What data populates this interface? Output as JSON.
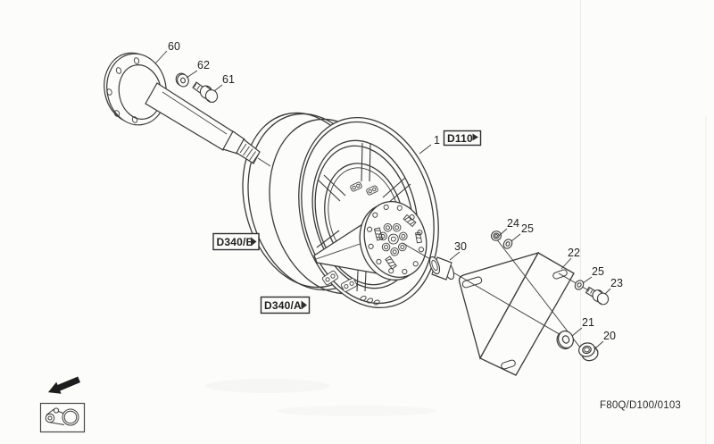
{
  "page": {
    "title": "wheel-and-axle-exploded-parts-diagram",
    "background": "#fcfcfb",
    "line_color": "#3a3a3a",
    "footer_code": "F80Q/D100/0103"
  },
  "callouts": [
    {
      "label": "60",
      "part": "axle-shaft-flange"
    },
    {
      "label": "62",
      "part": "washer"
    },
    {
      "label": "61",
      "part": "hex-bolt"
    },
    {
      "label": "1",
      "part": "wheel-rim"
    },
    {
      "label": "30",
      "part": "spacer-bushing"
    },
    {
      "label": "24",
      "part": "nut"
    },
    {
      "label": "25",
      "part": "washer-upper"
    },
    {
      "label": "22",
      "part": "support-bracket"
    },
    {
      "label": "25",
      "part": "washer-middle"
    },
    {
      "label": "23",
      "part": "hex-bolt"
    },
    {
      "label": "21",
      "part": "washer-lower"
    },
    {
      "label": "20",
      "part": "hex-nut"
    }
  ],
  "reference_boxes": [
    {
      "label": "D110"
    },
    {
      "label": "D340/B"
    },
    {
      "label": "D340/A"
    }
  ],
  "icons": {
    "reference_arrow": "filled-right-triangle",
    "nav_arrow": "thick-southwest-arrow",
    "thumbnail": "axle-and-wheel-mini-diagram"
  }
}
